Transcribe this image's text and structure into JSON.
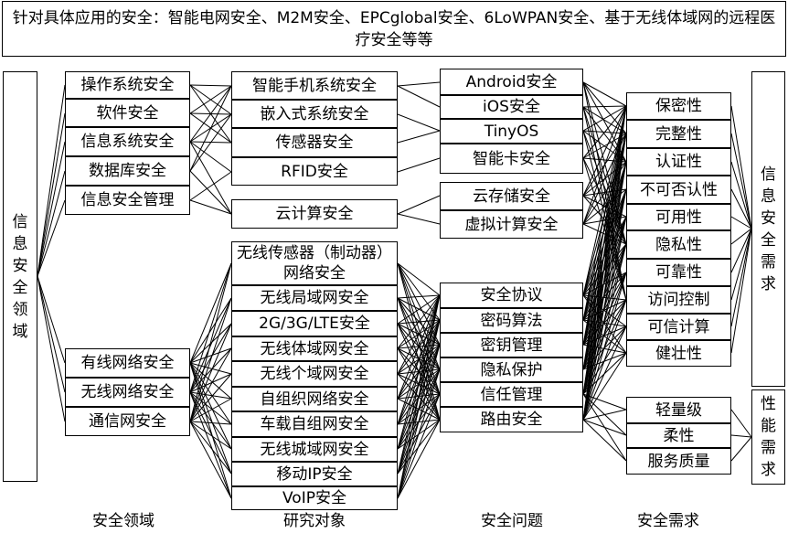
{
  "header": {
    "text": "针对具体应用的安全：智能电网安全、M2M安全、EPCglobal安全、6LoWPAN安全、基于无线体域网的远程医疗安全等等"
  },
  "left_domain": "信息安全领域",
  "security_domains": {
    "upper": [
      "操作系统安全",
      "软件安全",
      "信息系统安全",
      "数据库安全",
      "信息安全管理"
    ],
    "lower": [
      "有线网络安全",
      "无线网络安全",
      "通信网安全"
    ]
  },
  "research_objects": {
    "systems": [
      "智能手机系统安全",
      "嵌入式系统安全",
      "传感器安全",
      "RFID安全"
    ],
    "cloud": "云计算安全",
    "networks": [
      "无线传感器（制动器）网络安全",
      "无线局域网安全",
      "2G/3G/LTE安全",
      "无线体域网安全",
      "无线个域网安全",
      "自组织网络安全",
      "车载自组网安全",
      "无线城域网安全",
      "移动IP安全",
      "VoIP安全"
    ]
  },
  "security_issues": {
    "platforms": [
      "Android安全",
      "iOS安全",
      "TinyOS",
      "智能卡安全"
    ],
    "cloud": [
      "云存储安全",
      "虚拟计算安全"
    ],
    "network": [
      "安全协议",
      "密码算法",
      "密钥管理",
      "隐私保护",
      "信任管理",
      "路由安全"
    ]
  },
  "security_requirements": {
    "info": [
      "保密性",
      "完整性",
      "认证性",
      "不可否认性",
      "可用性",
      "隐私性",
      "可靠性",
      "访问控制",
      "可信计算",
      "健壮性"
    ],
    "perf": [
      "轻量级",
      "柔性",
      "服务质量"
    ]
  },
  "right_labels": {
    "info": "信息安全需求",
    "perf": "性能需求"
  },
  "column_labels": [
    "安全领域",
    "研究对象",
    "安全问题",
    "安全需求"
  ]
}
